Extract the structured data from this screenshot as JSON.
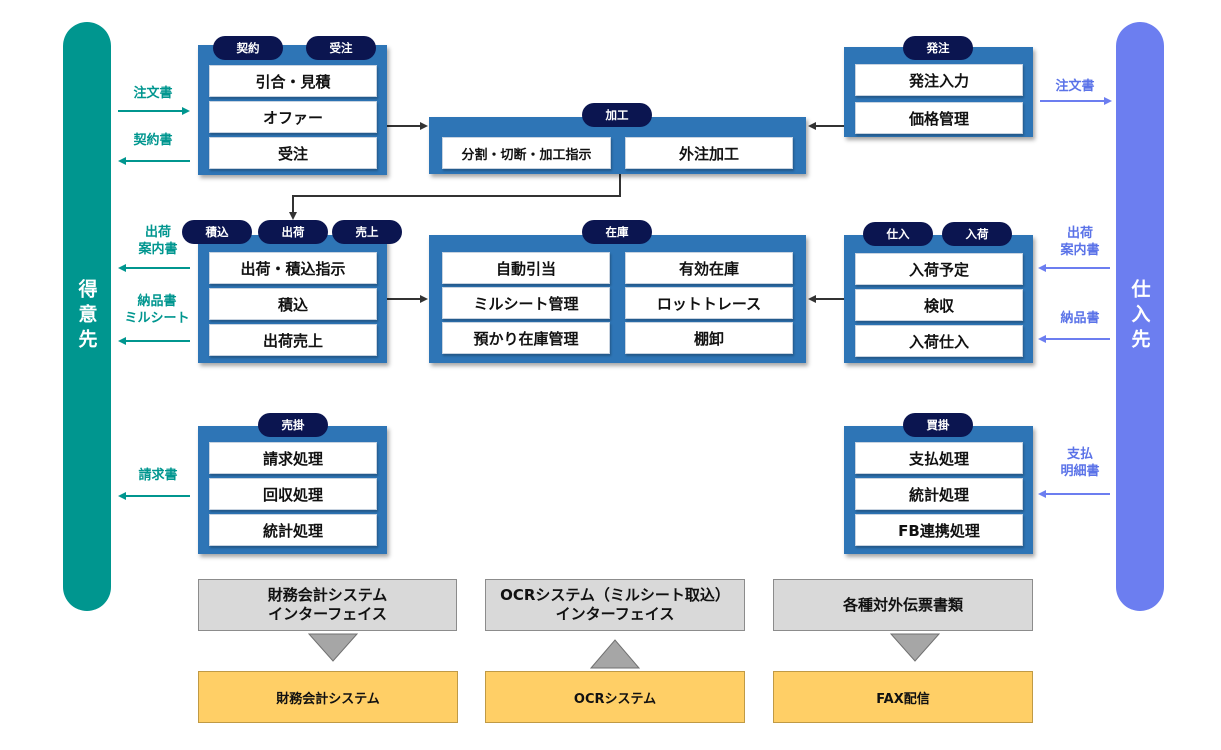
{
  "sides": {
    "left": "得意先",
    "right": "仕入先"
  },
  "panels": {
    "contract": {
      "tags": [
        "契約",
        "受注"
      ],
      "items": [
        "引合・見積",
        "オファー",
        "受注"
      ]
    },
    "processing": {
      "tag": "加工",
      "items": [
        "分割・切断・加工指示",
        "外注加工"
      ]
    },
    "ordering": {
      "tag": "発注",
      "items": [
        "発注入力",
        "価格管理"
      ]
    },
    "shipping": {
      "tags": [
        "積込",
        "出荷",
        "売上"
      ],
      "items": [
        "出荷・積込指示",
        "積込",
        "出荷売上"
      ]
    },
    "inventory": {
      "tag": "在庫",
      "items": [
        "自動引当",
        "有効在庫",
        "ミルシート管理",
        "ロットトレース",
        "預かり在庫管理",
        "棚卸"
      ]
    },
    "receiving": {
      "tags": [
        "仕入",
        "入荷"
      ],
      "items": [
        "入荷予定",
        "検収",
        "入荷仕入"
      ]
    },
    "receivable": {
      "tag": "売掛",
      "items": [
        "請求処理",
        "回収処理",
        "統計処理"
      ]
    },
    "payable": {
      "tag": "買掛",
      "items": [
        "支払処理",
        "統計処理",
        "FB連携処理"
      ]
    }
  },
  "documents": {
    "left": [
      "注文書",
      "契約書",
      "出荷\n案内書",
      "納品書\nミルシート",
      "請求書"
    ],
    "right": [
      "注文書",
      "出荷\n案内書",
      "納品書",
      "支払\n明細書"
    ]
  },
  "interfaces": [
    "財務会計システム\nインターフェイス",
    "OCRシステム（ミルシート取込）\nインターフェイス",
    "各種対外伝票書類"
  ],
  "systems": [
    "財務会計システム",
    "OCRシステム",
    "FAX配信"
  ],
  "colors": {
    "customer_bar": "#00968f",
    "supplier_bar": "#6c7ef0",
    "panel": "#2e75b6",
    "tag": "#0b1550",
    "system_box": "#ffcf66",
    "interface_box": "#d9d9d9"
  }
}
